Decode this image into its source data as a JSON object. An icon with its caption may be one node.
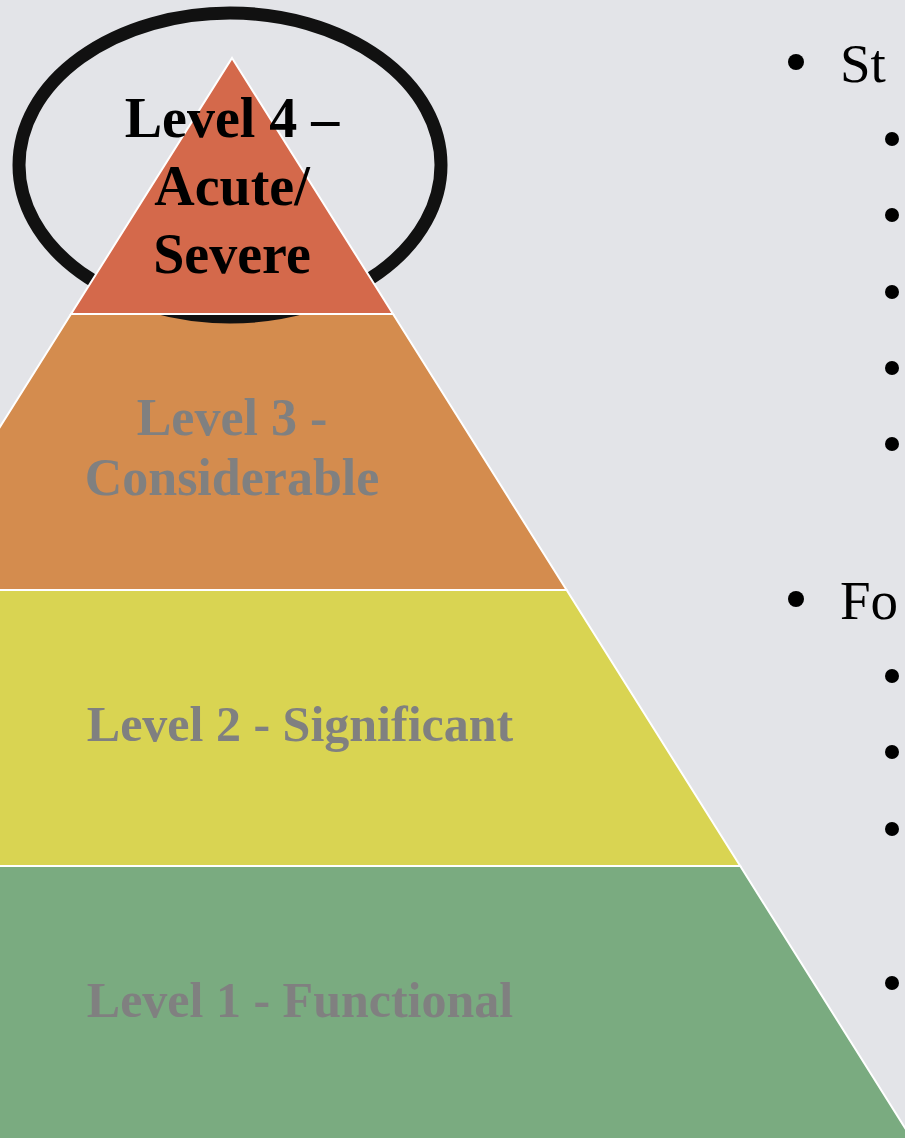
{
  "diagram": {
    "nodes": [
      {
        "text": [
          "Level 4 – Acute/ Severe"
        ]
      },
      {
        "text": [
          "Level 3 - Considerable"
        ]
      },
      {
        "text": [
          "Level 2 - Significant"
        ]
      },
      {
        "text": [
          "Level 1 - Functional"
        ]
      }
    ],
    "labels": [
      "St",
      "Fo"
    ]
  }
}
